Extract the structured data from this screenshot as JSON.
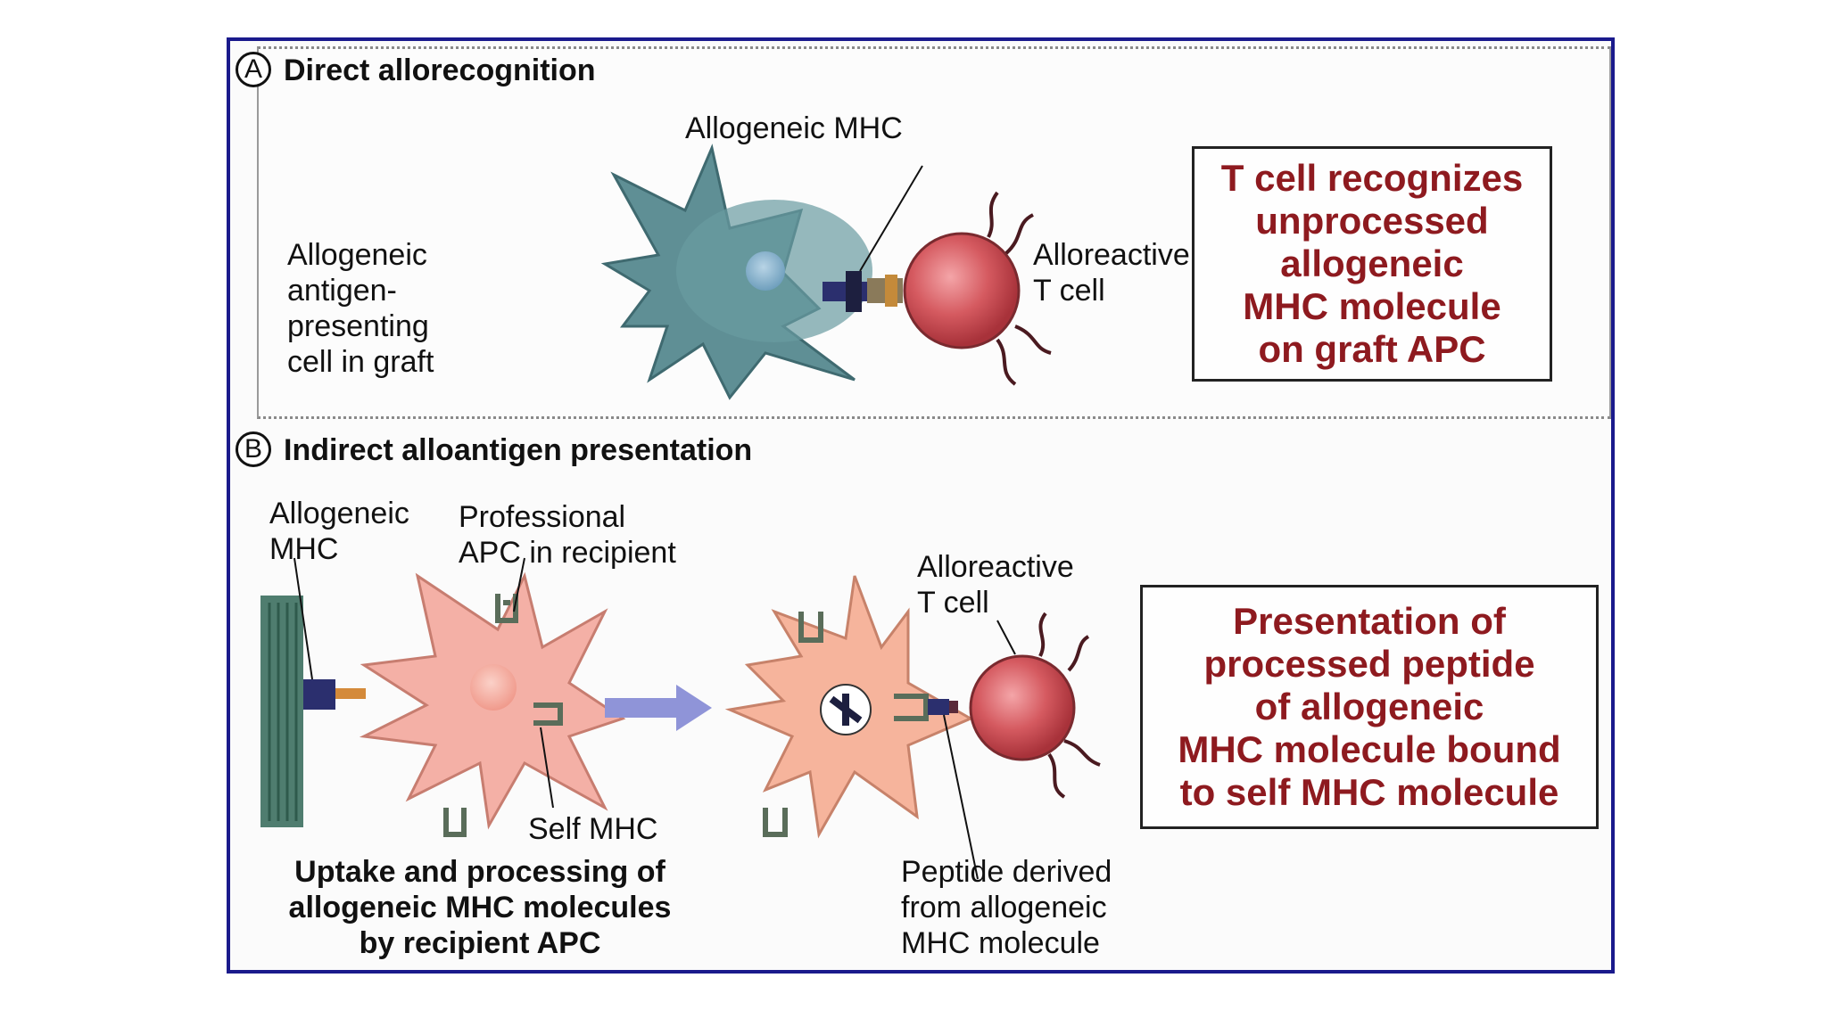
{
  "panel_a": {
    "letter": "A",
    "title": "Direct allorecognition",
    "label_mhc": "Allogeneic MHC",
    "label_apc": "Allogeneic\nantigen-\npresenting\ncell in graft",
    "label_tcell": "Alloreactive\nT cell",
    "callout": "T cell recognizes\nunprocessed\nallogeneic\nMHC molecule\non graft APC"
  },
  "panel_b": {
    "letter": "B",
    "title": "Indirect alloantigen presentation",
    "label_allo_mhc": "Allogeneic\nMHC",
    "label_prof_apc": "Professional\nAPC in recipient",
    "label_self_mhc": "Self MHC",
    "label_tcell": "Alloreactive\nT cell",
    "label_uptake": "Uptake and processing of\nallogeneic MHC molecules\nby recipient APC",
    "label_peptide": "Peptide derived\nfrom allogeneic\nMHC molecule",
    "callout": "Presentation of\nprocessed peptide\nof allogeneic\nMHC molecule bound\nto self MHC molecule"
  },
  "colors": {
    "frame": "#1a1a8c",
    "callout_text": "#8e1a1f",
    "graft_apc": "#5f8f95",
    "recipient_apc": "#f4b0a6",
    "tcell": "#c9474c",
    "arrow": "#8f94d8"
  }
}
